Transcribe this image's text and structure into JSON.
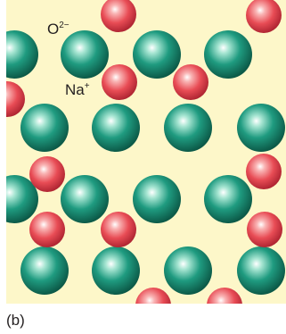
{
  "labels": {
    "oxide_symbol": "O",
    "oxide_charge": "2−",
    "sodium_symbol": "Na",
    "sodium_charge": "+"
  },
  "caption": "(b)",
  "colors": {
    "background": "#fdf7c9",
    "oxide_ion": "#1e9a7e",
    "sodium_ion": "#e8505a"
  }
}
